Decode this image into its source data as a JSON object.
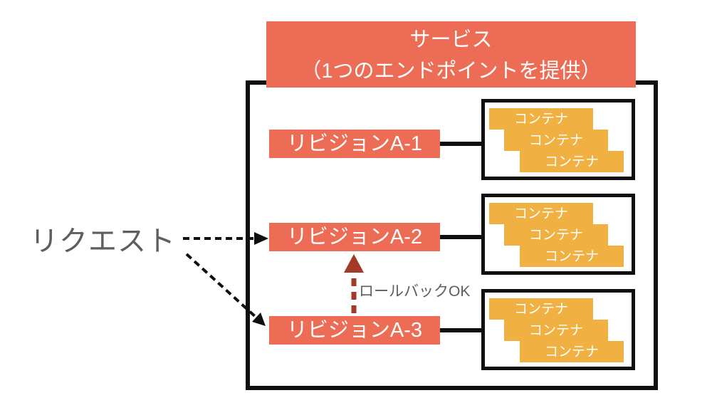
{
  "diagram": {
    "title": {
      "line1": "サービス",
      "line2": "（1つのエンドポイントを提供）"
    },
    "request_label": "リクエスト",
    "rollback_label": "ロールバックOK",
    "rows": [
      {
        "revision": "リビジョンA-1",
        "containers": [
          "コンテナ",
          "コンテナ",
          "コンテナ"
        ]
      },
      {
        "revision": "リビジョンA-2",
        "containers": [
          "コンテナ",
          "コンテナ",
          "コンテナ"
        ]
      },
      {
        "revision": "リビジョンA-3",
        "containers": [
          "コンテナ",
          "コンテナ",
          "コンテナ"
        ]
      }
    ],
    "colors": {
      "salmon": "#EC6C55",
      "orange": "#F0B042",
      "rollback_red": "#A33A28",
      "gray_text": "#5E5E5E",
      "line_black": "#0F0F0F"
    }
  }
}
